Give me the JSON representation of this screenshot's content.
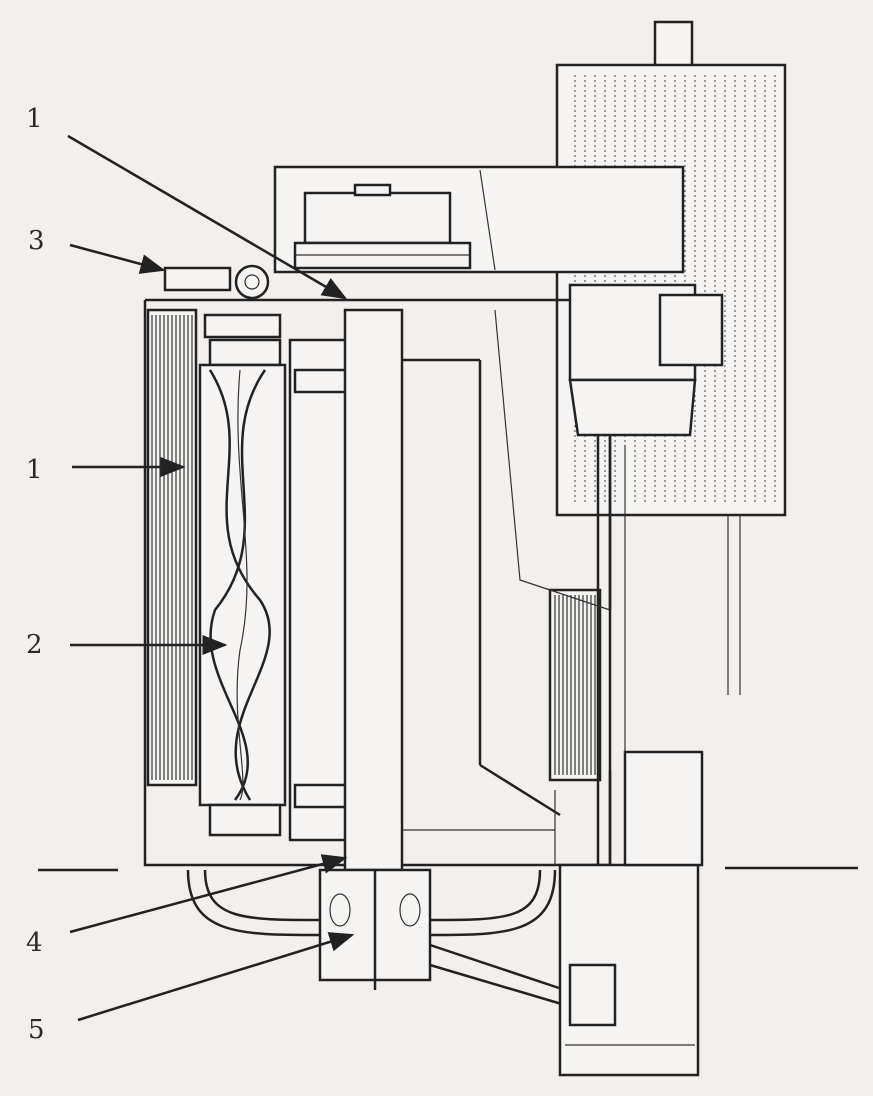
{
  "diagram": {
    "labels": [
      {
        "id": "label-1-top",
        "text": "1"
      },
      {
        "id": "label-3",
        "text": "3"
      },
      {
        "id": "label-1-mid",
        "text": "1"
      },
      {
        "id": "label-2",
        "text": "2"
      },
      {
        "id": "label-4",
        "text": "4"
      },
      {
        "id": "label-5",
        "text": "5"
      }
    ],
    "colors": {
      "background": "#f2efed",
      "ink": "#222222"
    }
  }
}
